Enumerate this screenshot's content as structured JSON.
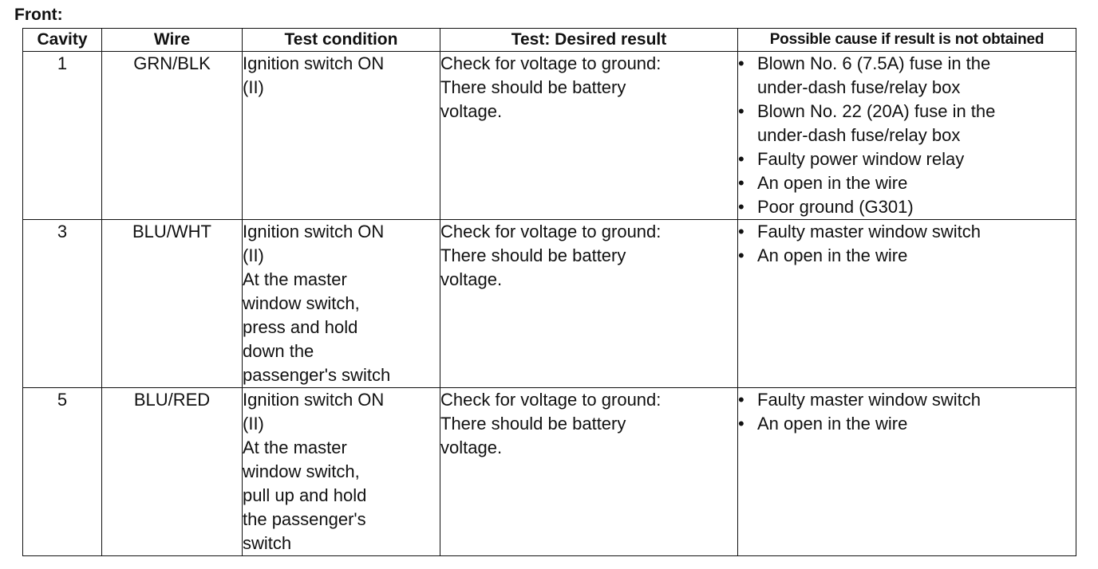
{
  "section_title": "Front:",
  "table": {
    "headers": {
      "cavity": "Cavity",
      "wire": "Wire",
      "test_condition": "Test condition",
      "desired_result": "Test: Desired result",
      "possible_cause": "Possible cause if result is not obtained"
    },
    "rows": [
      {
        "cavity": "1",
        "wire": "GRN/BLK",
        "test_condition": [
          "Ignition switch ON",
          "(II)"
        ],
        "desired_result": [
          "Check for voltage to ground:",
          "There should be battery",
          "voltage."
        ],
        "causes": [
          [
            "Blown No. 6 (7.5A) fuse in the",
            "under-dash fuse/relay box"
          ],
          [
            "Blown No. 22 (20A) fuse in the",
            "under-dash fuse/relay box"
          ],
          [
            "Faulty power window relay"
          ],
          [
            "An open in the wire"
          ],
          [
            "Poor ground (G301)"
          ]
        ]
      },
      {
        "cavity": "3",
        "wire": "BLU/WHT",
        "test_condition": [
          "Ignition switch ON",
          "(II)",
          "At the master",
          "window switch,",
          "press and hold",
          "down the",
          "passenger's switch"
        ],
        "desired_result": [
          "Check for voltage to ground:",
          "There should be battery",
          "voltage."
        ],
        "causes": [
          [
            "Faulty master window switch"
          ],
          [
            "An open in the wire"
          ]
        ]
      },
      {
        "cavity": "5",
        "wire": "BLU/RED",
        "test_condition": [
          "Ignition switch ON",
          "(II)",
          "At the master",
          "window switch,",
          "pull up and hold",
          "the passenger's",
          "switch"
        ],
        "desired_result": [
          "Check for voltage to ground:",
          "There should be battery",
          "voltage."
        ],
        "causes": [
          [
            "Faulty master window switch"
          ],
          [
            "An open in the wire"
          ]
        ]
      }
    ]
  },
  "bullet_char": "•"
}
